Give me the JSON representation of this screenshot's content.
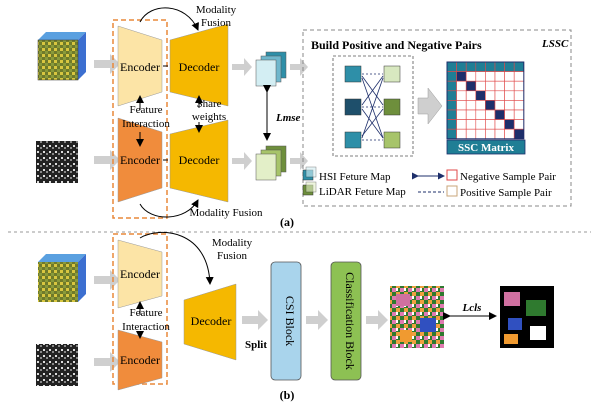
{
  "part_a": {
    "label": "(a)",
    "encoder_top": "Encoder",
    "encoder_bottom": "Encoder",
    "decoder_top": "Decoder",
    "decoder_bottom": "Decoder",
    "modality_fusion_top": "Modality",
    "modality_fusion_top_2": "Fusion",
    "modality_fusion_bottom": "Modality Fusion",
    "feature_interaction_1": "Feature",
    "feature_interaction_2": "Interaction",
    "share_weights_1": "Share",
    "share_weights_2": "weights",
    "lmse": "Lmse",
    "ssc_box": {
      "title": "Build Positive and Negative Pairs",
      "loss_label": "LSSC",
      "matrix_label": "SSC Matrix",
      "legend": {
        "hsi": "HSI  Feture Map",
        "lidar": "LiDAR Feture Map",
        "negative": "Negative Sample Pair",
        "positive": "Positive Sample Pair"
      }
    }
  },
  "part_b": {
    "label": "(b)",
    "encoder_top": "Encoder",
    "encoder_bottom": "Encoder",
    "decoder": "Decoder",
    "modality_fusion_1": "Modality",
    "modality_fusion_2": "Fusion",
    "feature_interaction_1": "Feature",
    "feature_interaction_2": "Interaction",
    "split": "Split",
    "csi_block": "CSI Block",
    "classification_block": "Classification Block",
    "lcls": "Lcls"
  },
  "colors": {
    "encoder_light": "#FCE4A6",
    "encoder_orange": "#F08C3C",
    "decoder_gold": "#F5B800",
    "csi_blue": "#A9D4EC",
    "classification_green": "#8DC153",
    "hsi_teal": "#2E8FA8",
    "lidar_green": "#6E8F3C",
    "matrix_teal": "#1F7E95",
    "matrix_navy": "#1E2F6B",
    "negative_red": "#E04848",
    "positive_tan": "#C9A57A",
    "dashed_orange": "#E8893A",
    "arrow_gray": "#CFCFCF"
  }
}
